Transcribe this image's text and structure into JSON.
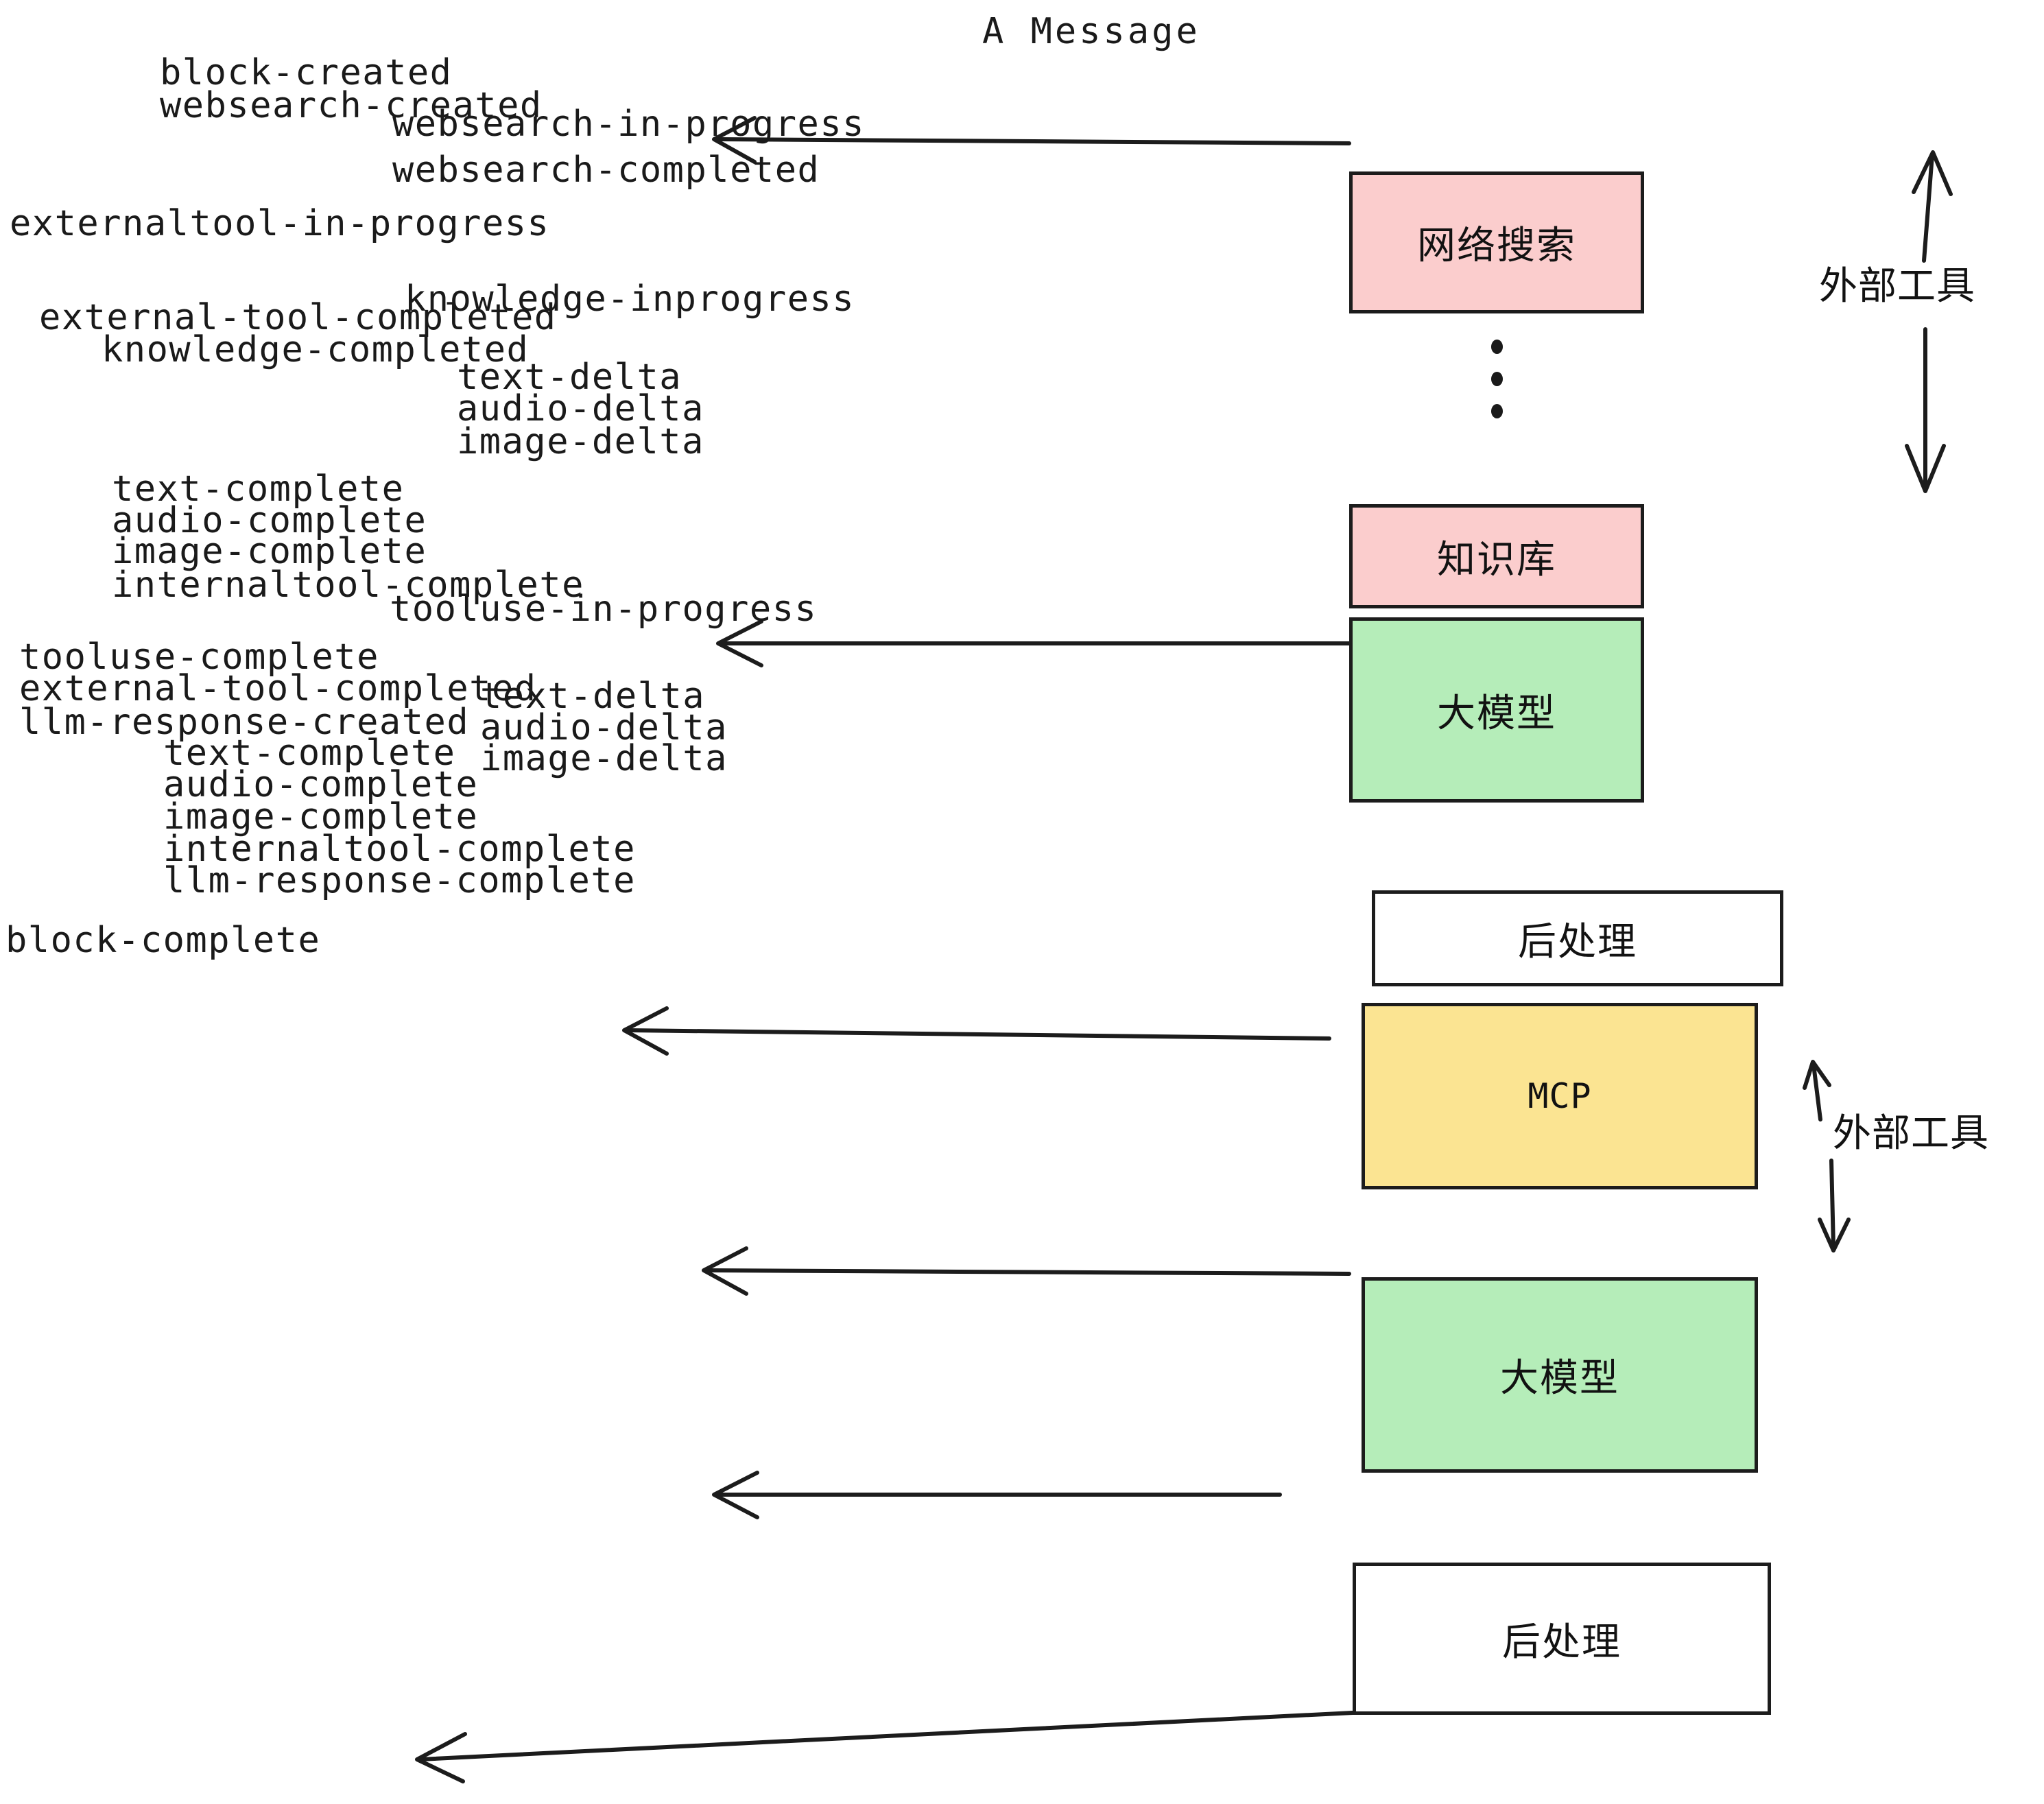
{
  "title": "A Message",
  "boxes": [
    {
      "id": "websearch",
      "label": "网络搜索",
      "color": "#fbcdcd",
      "kind": "cjk"
    },
    {
      "id": "knowledge",
      "label": "知识库",
      "color": "#fbcdcd",
      "kind": "cjk"
    },
    {
      "id": "llm-1",
      "label": "大模型",
      "color": "#b5edb9",
      "kind": "cjk"
    },
    {
      "id": "postprocess-1",
      "label": "后处理",
      "color": "#ffffff",
      "kind": "cjk"
    },
    {
      "id": "mcp",
      "label": "MCP",
      "color": "#fbe492",
      "kind": "latin"
    },
    {
      "id": "llm-2",
      "label": "大模型",
      "color": "#b5edb9",
      "kind": "cjk"
    },
    {
      "id": "postprocess-2",
      "label": "后处理",
      "color": "#ffffff",
      "kind": "cjk"
    }
  ],
  "side_labels": [
    {
      "id": "external-tools-top",
      "text": "外部工具"
    },
    {
      "id": "external-tools-bottom",
      "text": "外部工具"
    }
  ],
  "events": [
    {
      "id": "block-created",
      "text": "block-created"
    },
    {
      "id": "websearch-created",
      "text": "websearch-created"
    },
    {
      "id": "websearch-in-progress",
      "text": "websearch-in-progress"
    },
    {
      "id": "websearch-completed",
      "text": "websearch-completed"
    },
    {
      "id": "externaltool-in-progress",
      "text": "externaltool-in-progress"
    },
    {
      "id": "knowledge-inprogress",
      "text": "knowledge-inprogress"
    },
    {
      "id": "external-tool-completed-1",
      "text": "external-tool-completed"
    },
    {
      "id": "knowledge-completed",
      "text": "knowledge-completed"
    },
    {
      "id": "text-delta-1",
      "text": "text-delta"
    },
    {
      "id": "audio-delta-1",
      "text": "audio-delta"
    },
    {
      "id": "image-delta-1",
      "text": "image-delta"
    },
    {
      "id": "text-complete-1",
      "text": "text-complete"
    },
    {
      "id": "audio-complete-1",
      "text": "audio-complete"
    },
    {
      "id": "image-complete-1",
      "text": "image-complete"
    },
    {
      "id": "internaltool-complete-1",
      "text": "internaltool-complete"
    },
    {
      "id": "tooluse-in-progress",
      "text": "tooluse-in-progress"
    },
    {
      "id": "tooluse-complete",
      "text": "tooluse-complete"
    },
    {
      "id": "external-tool-completed-2",
      "text": "external-tool-completed"
    },
    {
      "id": "llm-response-created",
      "text": "llm-response-created"
    },
    {
      "id": "text-delta-2",
      "text": "text-delta"
    },
    {
      "id": "audio-delta-2",
      "text": "audio-delta"
    },
    {
      "id": "image-delta-2",
      "text": "image-delta"
    },
    {
      "id": "text-complete-2",
      "text": "text-complete"
    },
    {
      "id": "audio-complete-2",
      "text": "audio-complete"
    },
    {
      "id": "image-complete-2",
      "text": "image-complete"
    },
    {
      "id": "internaltool-complete-2",
      "text": "internaltool-complete"
    },
    {
      "id": "llm-response-complete",
      "text": "llm-response-complete"
    },
    {
      "id": "block-complete",
      "text": "block-complete"
    }
  ],
  "colors": {
    "stroke": "#1c1c1c",
    "text": "#1a1a1a",
    "pink": "#fbcdcd",
    "green": "#b5edb9",
    "yellow": "#fbe492",
    "white": "#ffffff"
  }
}
